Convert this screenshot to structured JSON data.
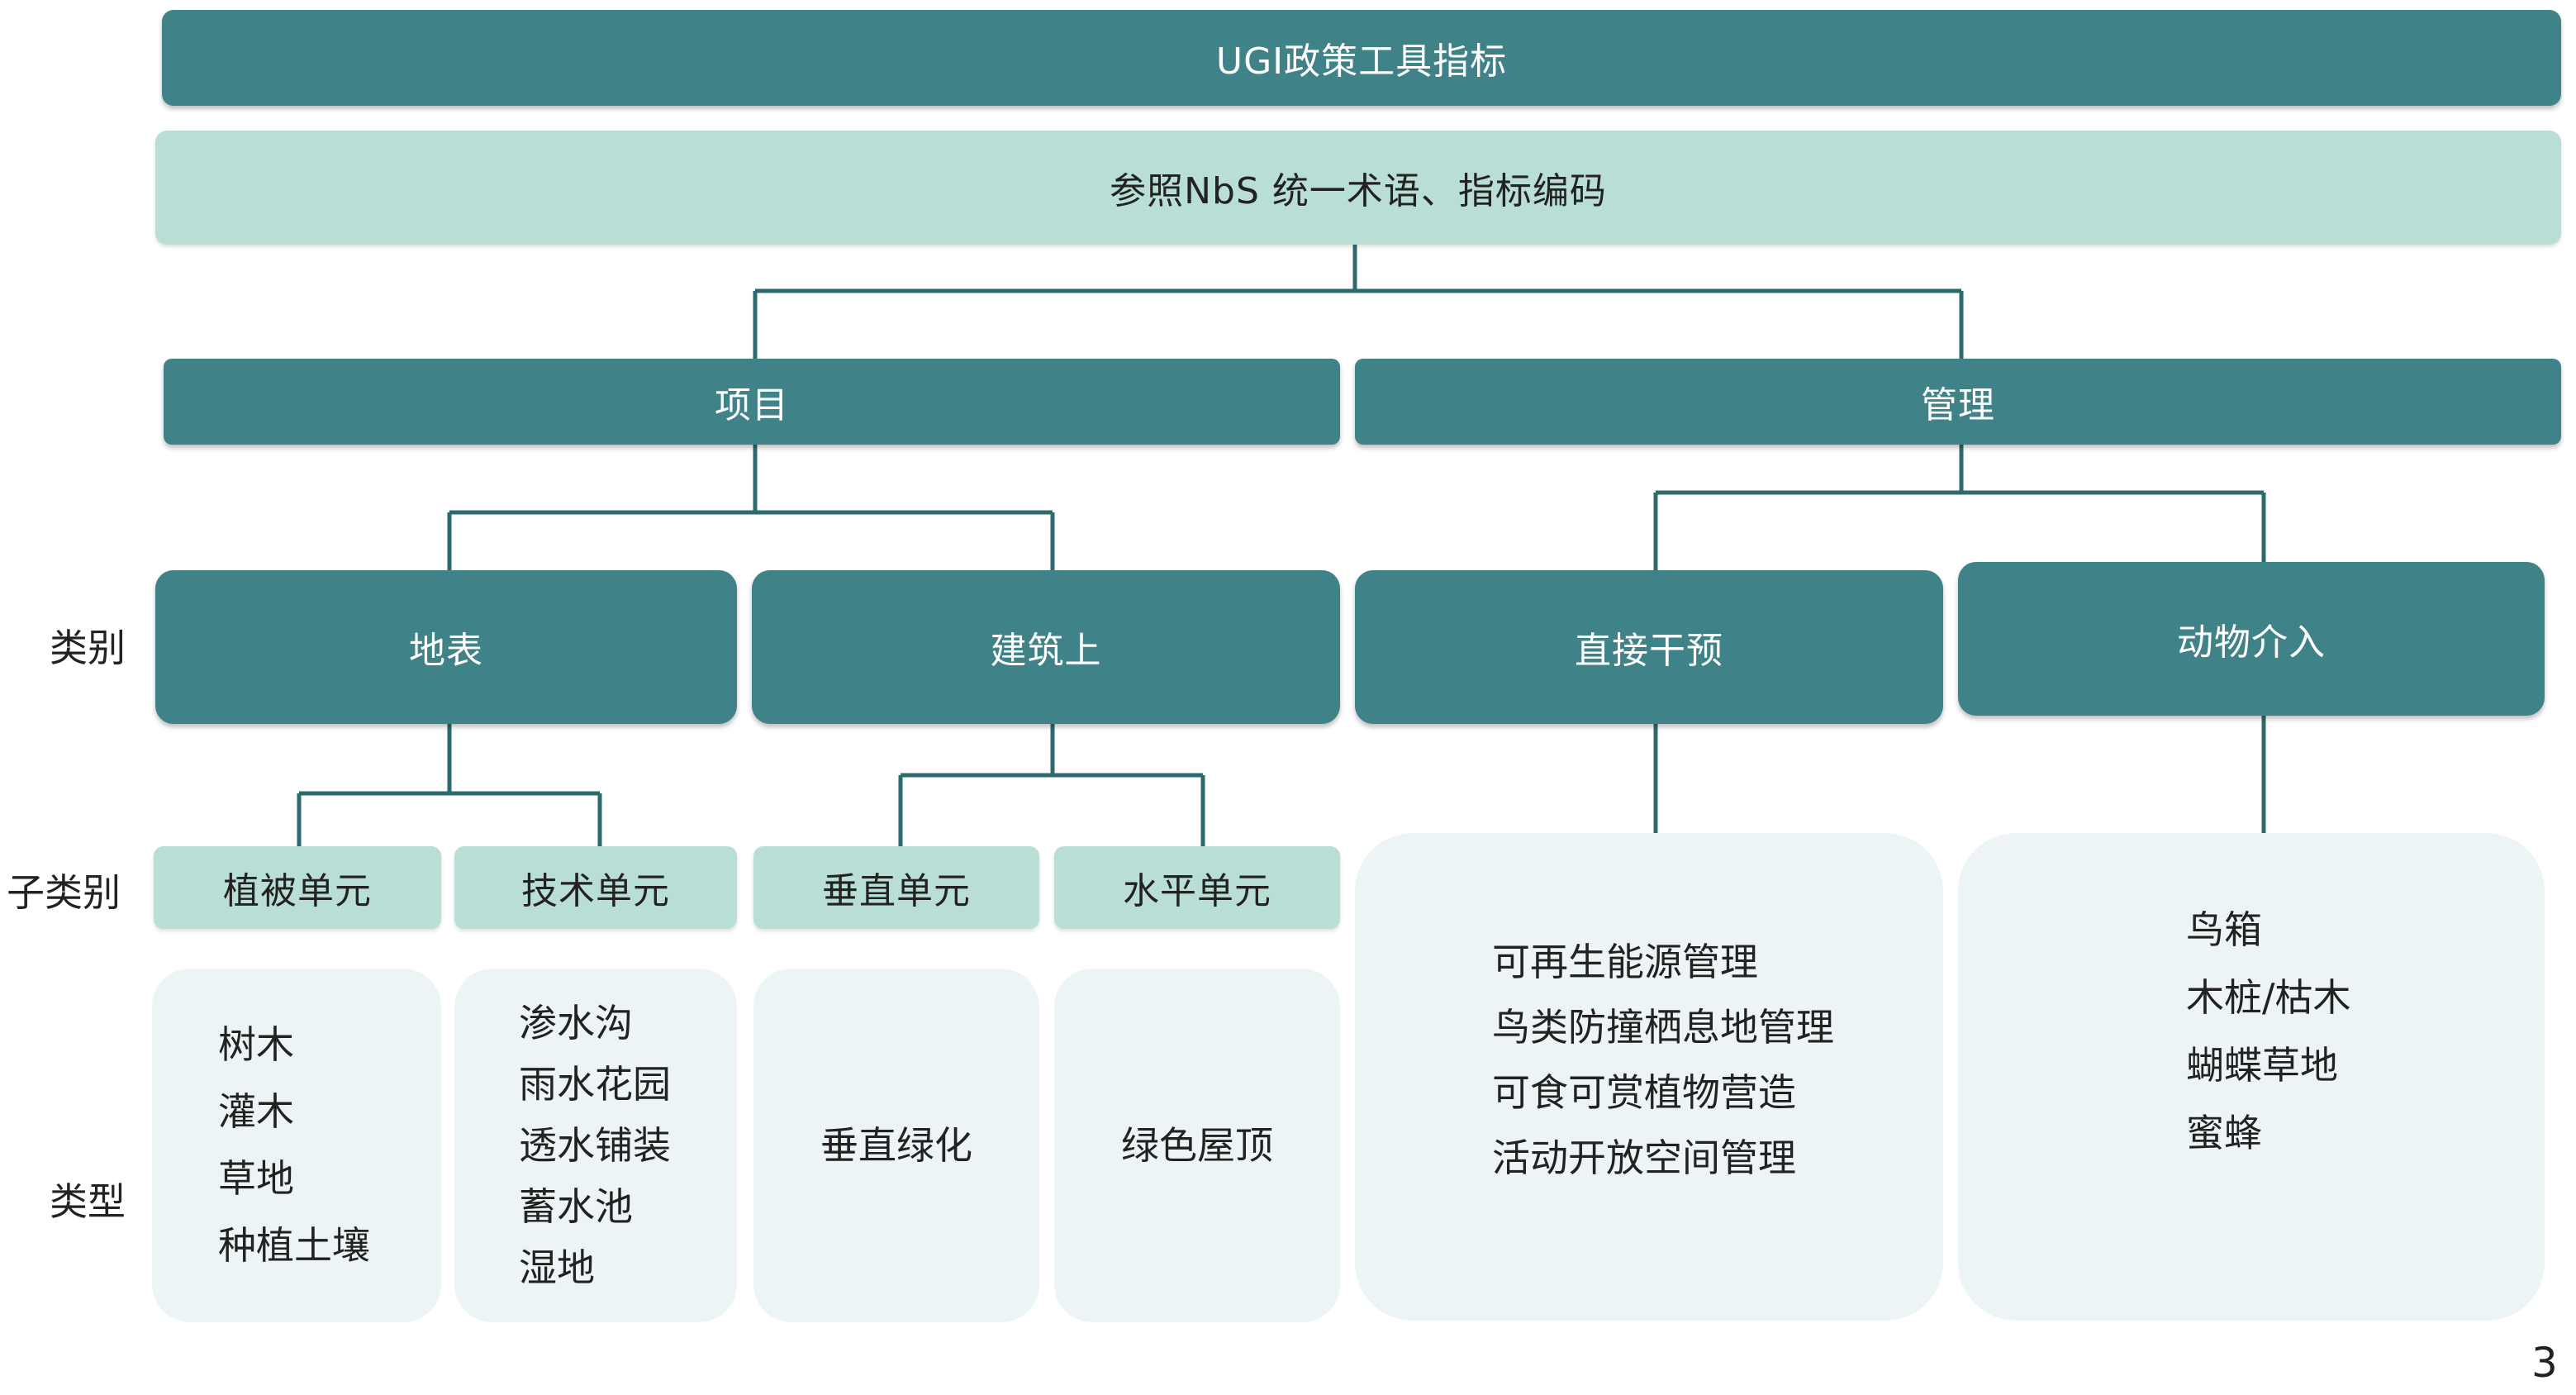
{
  "title": "UGI政策工具指标",
  "subtitle": "参照NbS 统一术语、指标编码",
  "level1": [
    "项目",
    "管理"
  ],
  "row_labels": {
    "category": "类别",
    "subcategory": "子类别",
    "type": "类型"
  },
  "categories": [
    "地表",
    "建筑上",
    "直接干预",
    "动物介入"
  ],
  "subcategories": [
    "植被单元",
    "技术单元",
    "垂直单元",
    "水平单元"
  ],
  "types": {
    "vegetation": [
      "树木",
      "灌木",
      "草地",
      "种植土壤"
    ],
    "technical": [
      "渗水沟",
      "雨水花园",
      "透水铺装",
      "蓄水池",
      "湿地"
    ],
    "vertical": [
      "垂直绿化"
    ],
    "horizontal": [
      "绿色屋顶"
    ],
    "direct": [
      "可再生能源管理",
      "鸟类防撞栖息地管理",
      "可食可赏植物营造",
      "活动开放空间管理"
    ],
    "animal": [
      "鸟箱",
      "木桩/枯木",
      "蝴蝶草地",
      "蜜蜂"
    ]
  },
  "page_number": "3",
  "colors": {
    "dark": "#3f8287",
    "light": "#b9ded6",
    "pale": "#edf4f6",
    "line": "#2d6a6e"
  }
}
